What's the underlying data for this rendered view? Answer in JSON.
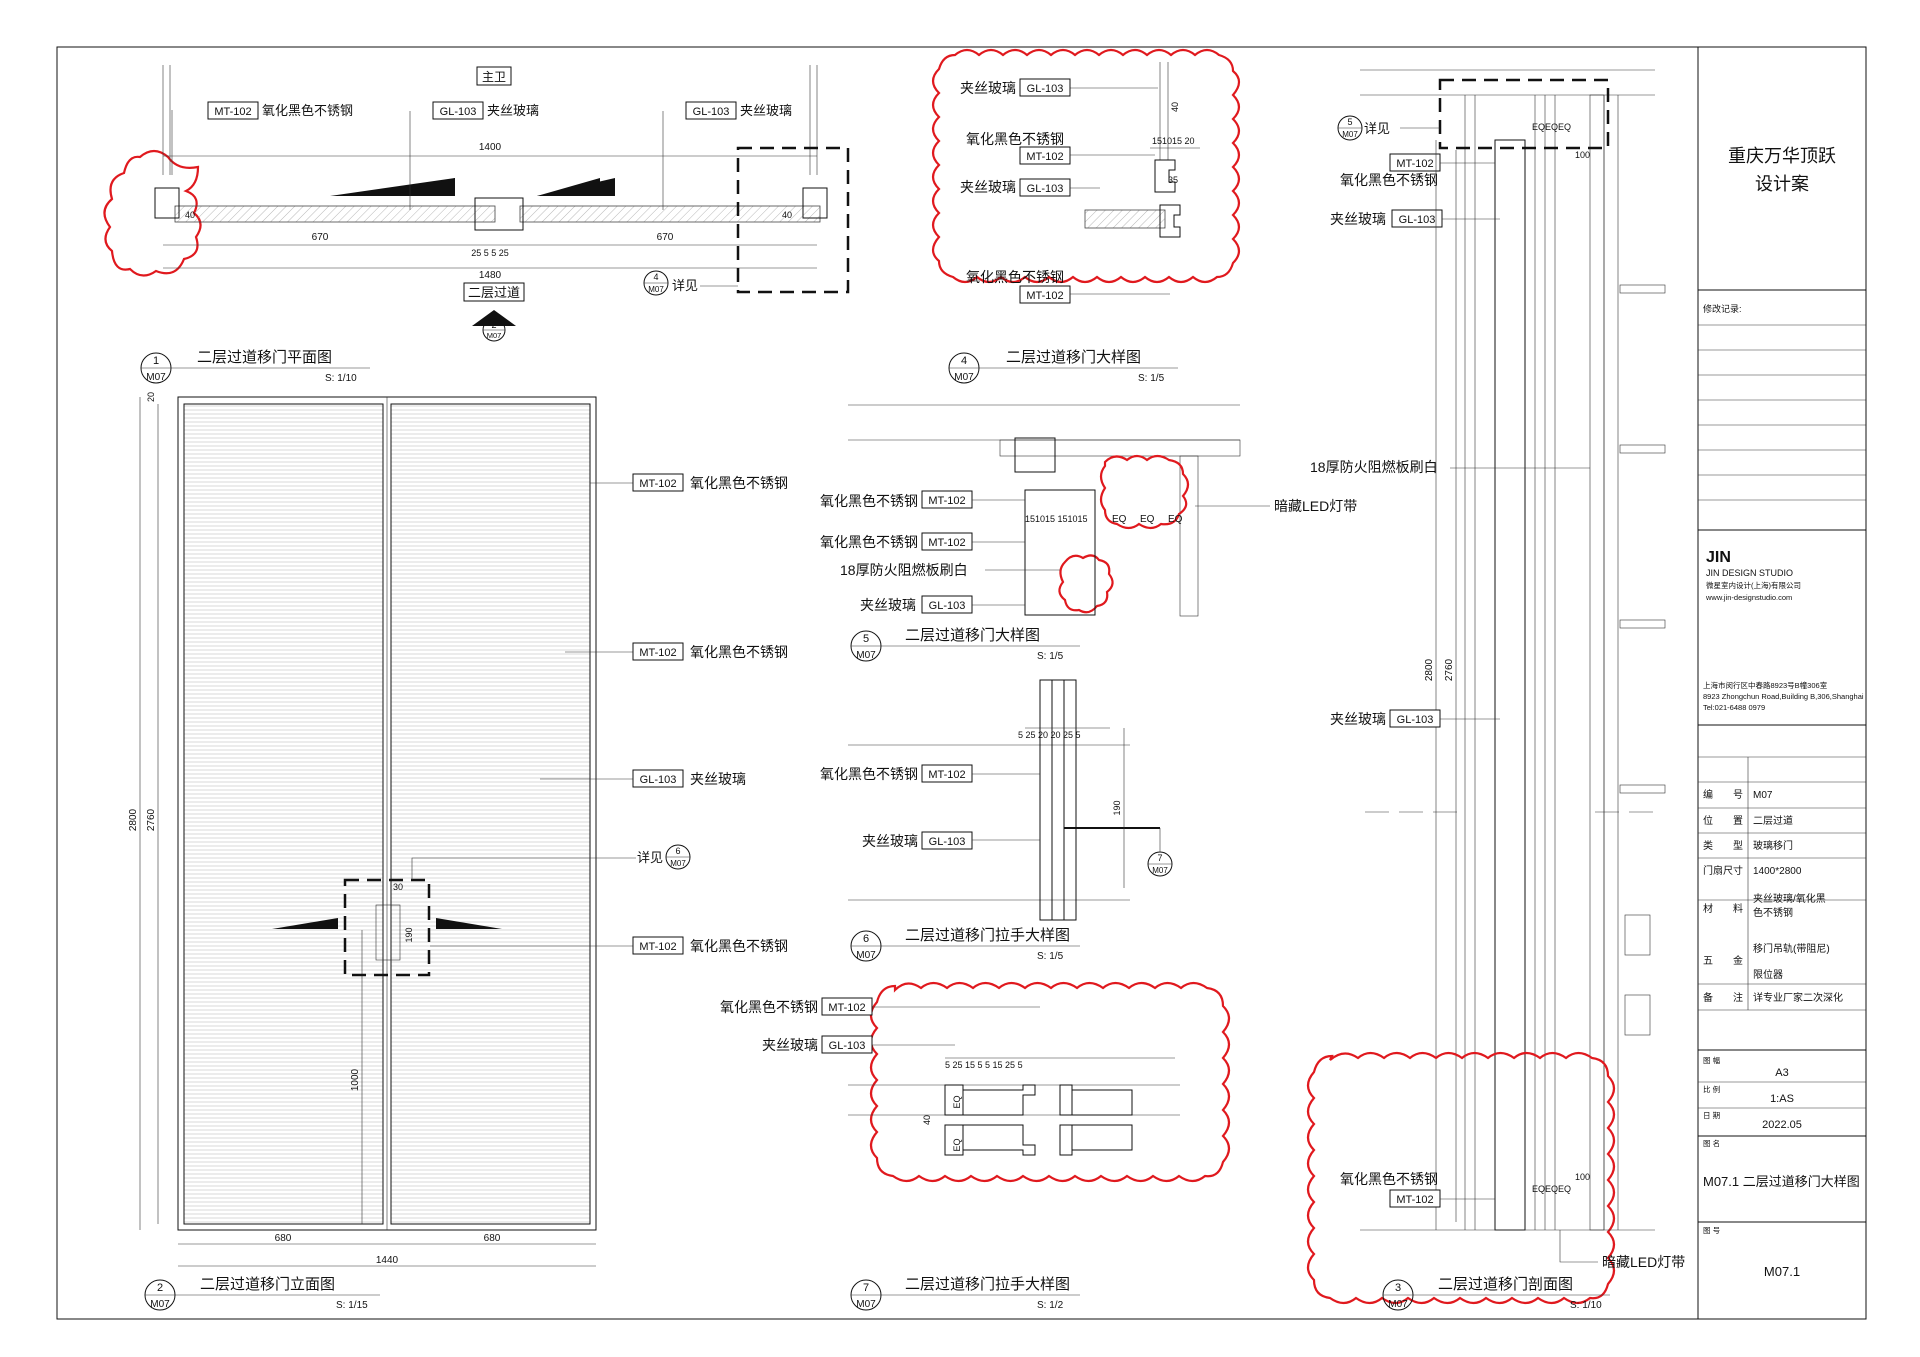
{
  "plan": {
    "room": "主卫",
    "l_mt102": "MT-102",
    "l_mt102_t": "氧化黑色不锈钢",
    "l_gl103a": "GL-103",
    "l_gl103a_t": "夹丝玻璃",
    "l_gl103b": "GL-103",
    "l_gl103b_t": "夹丝玻璃",
    "d1400": "1400",
    "d670a": "670",
    "d670b": "670",
    "d1480": "1480",
    "d40a": "40",
    "d40b": "40",
    "dsmall": "25 5 5 25",
    "ref4_num": "4",
    "ref4_sheet": "M07",
    "ref4_text": "详见",
    "corridor": "二层过道",
    "sec_num": "2",
    "sec_sheet": "M07",
    "title_num": "1",
    "title_sheet": "M07",
    "title": "二层过道移门平面图",
    "scale": "S: 1/10"
  },
  "elev": {
    "l1": "MT-102",
    "l1_t": "氧化黑色不锈钢",
    "l2": "MT-102",
    "l2_t": "氧化黑色不锈钢",
    "l3": "GL-103",
    "l3_t": "夹丝玻璃",
    "ref6_text": "详见",
    "ref6_num": "6",
    "ref6_sheet": "M07",
    "l4": "MT-102",
    "l4_t": "氧化黑色不锈钢",
    "h2800": "2800",
    "h2760": "2760",
    "h1000": "1000",
    "h190": "190",
    "h30": "30",
    "w680a": "680",
    "w680b": "680",
    "w1440": "1440",
    "d20": "20",
    "title_num": "2",
    "title_sheet": "M07",
    "title": "二层过道移门立面图",
    "scale": "S: 1/15"
  },
  "d4": {
    "l1": "GL-103",
    "l1_t": "夹丝玻璃",
    "l2_t": "氧化黑色不锈钢",
    "l2": "MT-102",
    "l3": "GL-103",
    "l3_t": "夹丝玻璃",
    "l4_t": "氧化黑色不锈钢",
    "l4": "MT-102",
    "dims_top": "151015 20",
    "d40": "40",
    "d35": "35",
    "title_num": "4",
    "title_sheet": "M07",
    "title": "二层过道移门大样图",
    "scale": "S: 1/5"
  },
  "d5": {
    "l1_t": "氧化黑色不锈钢",
    "l1": "MT-102",
    "l2_t": "氧化黑色不锈钢",
    "l2": "MT-102",
    "l3_t": "18厚防火阻燃板刷白",
    "l4_t": "夹丝玻璃",
    "l4": "GL-103",
    "led": "暗藏LED灯带",
    "eq": "EQ",
    "dims": "151015 151015",
    "title_num": "5",
    "title_sheet": "M07",
    "title": "二层过道移门大样图",
    "scale": "S: 1/5"
  },
  "d6": {
    "l1_t": "氧化黑色不锈钢",
    "l1": "MT-102",
    "l2_t": "夹丝玻璃",
    "l2": "GL-103",
    "dims": "5 25 20 20 25 5",
    "d190": "190",
    "ref7_num": "7",
    "ref7_sheet": "M07",
    "title_num": "6",
    "title_sheet": "M07",
    "title": "二层过道移门拉手大样图",
    "scale": "S: 1/5"
  },
  "d7": {
    "l1_t": "氧化黑色不锈钢",
    "l1": "MT-102",
    "l2_t": "夹丝玻璃",
    "l2": "GL-103",
    "dims": "5  25  15 5 5 15  25  5",
    "d40": "40",
    "eq": "EQ",
    "title_num": "7",
    "title_sheet": "M07",
    "title": "二层过道移门拉手大样图",
    "scale": "S: 1/2"
  },
  "d3": {
    "ref5_num": "5",
    "ref5_sheet": "M07",
    "ref5_text": "详见",
    "l1": "MT-102",
    "l1_t": "氧化黑色不锈钢",
    "l2_t": "夹丝玻璃",
    "l2": "GL-103",
    "l3_t": "18厚防火阻燃板刷白",
    "l4_t": "夹丝玻璃",
    "l4": "GL-103",
    "l5_t": "氧化黑色不锈钢",
    "l5": "MT-102",
    "led": "暗藏LED灯带",
    "h2800": "2800",
    "h2760": "2760",
    "d100a": "100",
    "d100b": "100",
    "eqs": "EQEQEQ",
    "title_num": "3",
    "title_sheet": "M07",
    "title": "二层过道移门剖面图",
    "scale": "S: 1/10"
  },
  "titleblock": {
    "project_line1": "重庆万华顶跃",
    "project_line2": "设计案",
    "revision_label": "修改记录:",
    "logo": "JIN",
    "studio_en": "JIN DESIGN STUDIO",
    "studio_cn": "微星室内设计(上海)有限公司",
    "studio_web": "www.jin-designstudio.com",
    "addr_cn": "上海市闵行区中春路8923号B幢306室",
    "addr_en": "8923 Zhongchun Road,Building B,306,Shanghai",
    "tel": "Tel:021-6488 0979",
    "rows": [
      {
        "k": "编　　号",
        "v": "M07"
      },
      {
        "k": "位　　置",
        "v": "二层过道"
      },
      {
        "k": "类　　型",
        "v": "玻璃移门"
      },
      {
        "k": "门扇尺寸",
        "v": "1400*2800"
      },
      {
        "k": "材　　料",
        "v": "夹丝玻璃/氧化黑",
        "v2": "色不锈钢"
      },
      {
        "k": "五　　金",
        "v": "移门吊轨(带阻尼)",
        "v2": "限位器"
      },
      {
        "k": "备　　注",
        "v": "详专业厂家二次深化"
      }
    ],
    "paper_label": "图 幅",
    "paper": "A3",
    "scale_label": "比 例",
    "scale": "1:AS",
    "date_label": "日 期",
    "date": "2022.05",
    "name_label": "图 名",
    "drawing_name": "M07.1 二层过道移门大样图",
    "no_label": "图 号",
    "drawing_no": "M07.1"
  }
}
